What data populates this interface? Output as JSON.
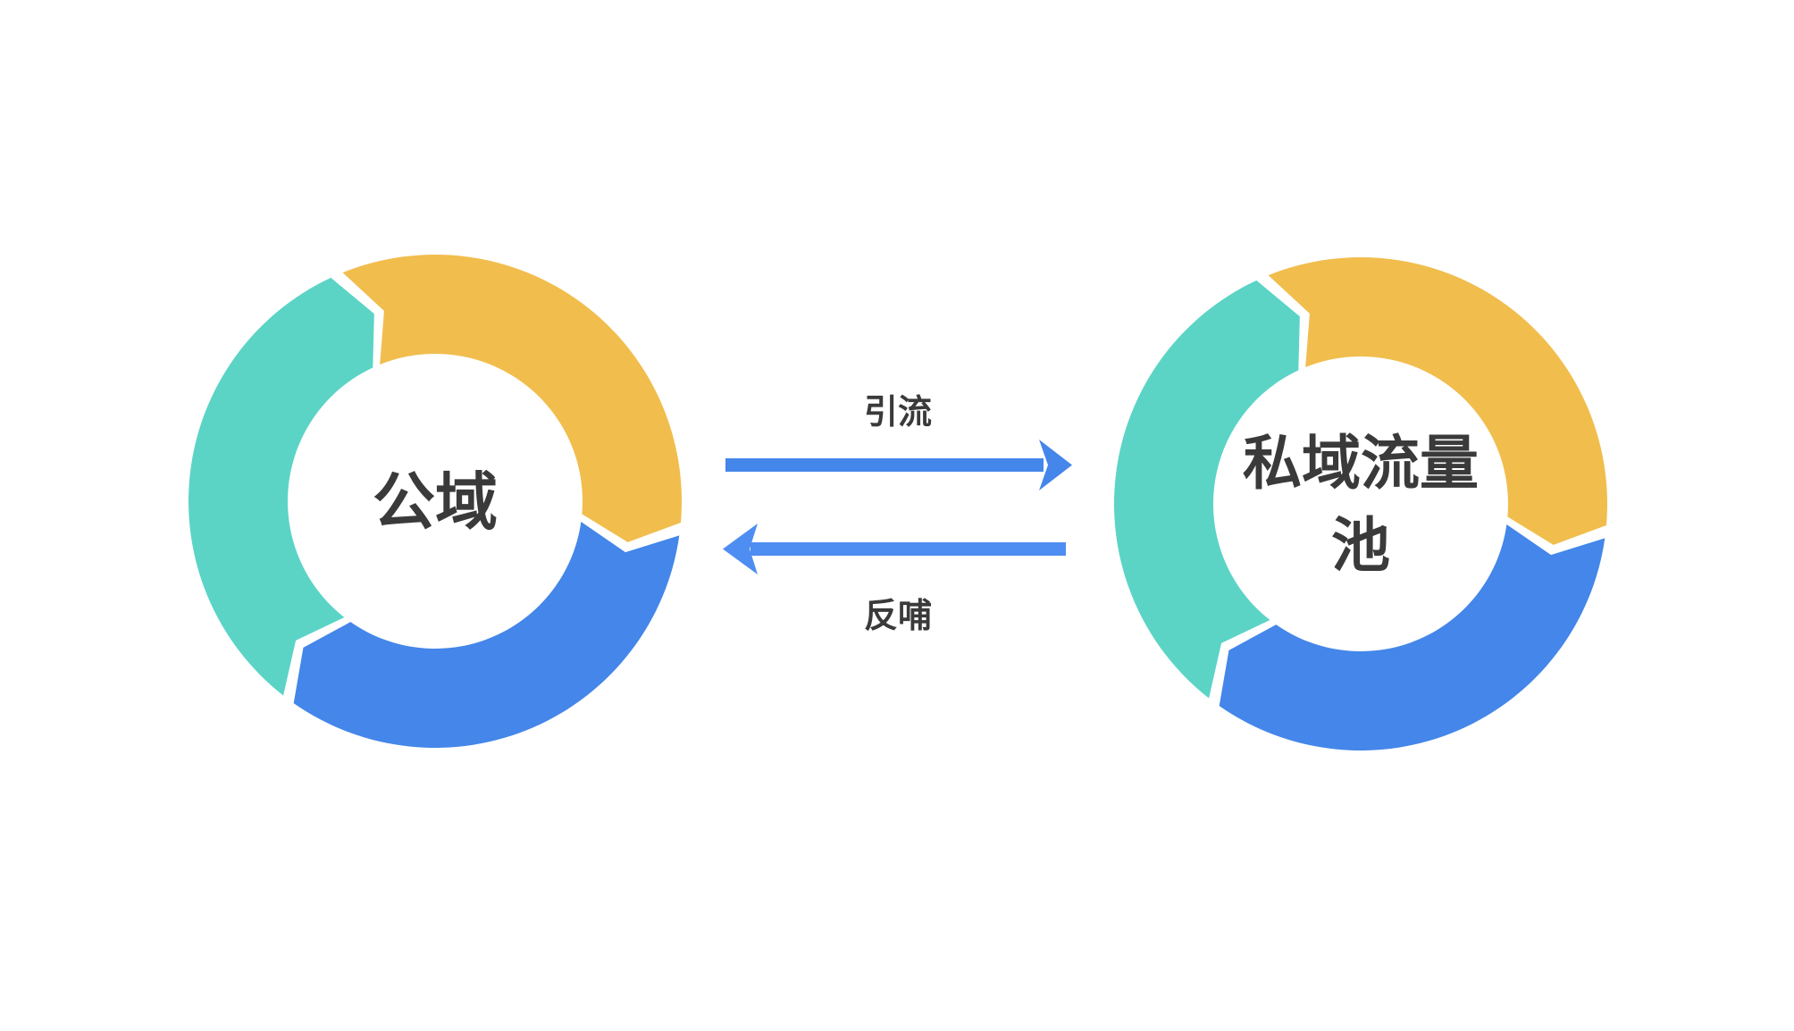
{
  "background": "#FFFFFF",
  "colors": {
    "segment_teal": "#5BD4C6",
    "segment_yellow": "#F1BD4D",
    "segment_blue": "#4486E9",
    "arrow_forward": "#4486EA",
    "arrow_backward": "#4E8DF1",
    "label_text": "#3A3A3A"
  },
  "left_ring": {
    "label": "公域"
  },
  "right_ring": {
    "line1": "私域流量",
    "line2": "池"
  },
  "flow": {
    "forward": "引流",
    "backward": "反哺"
  }
}
